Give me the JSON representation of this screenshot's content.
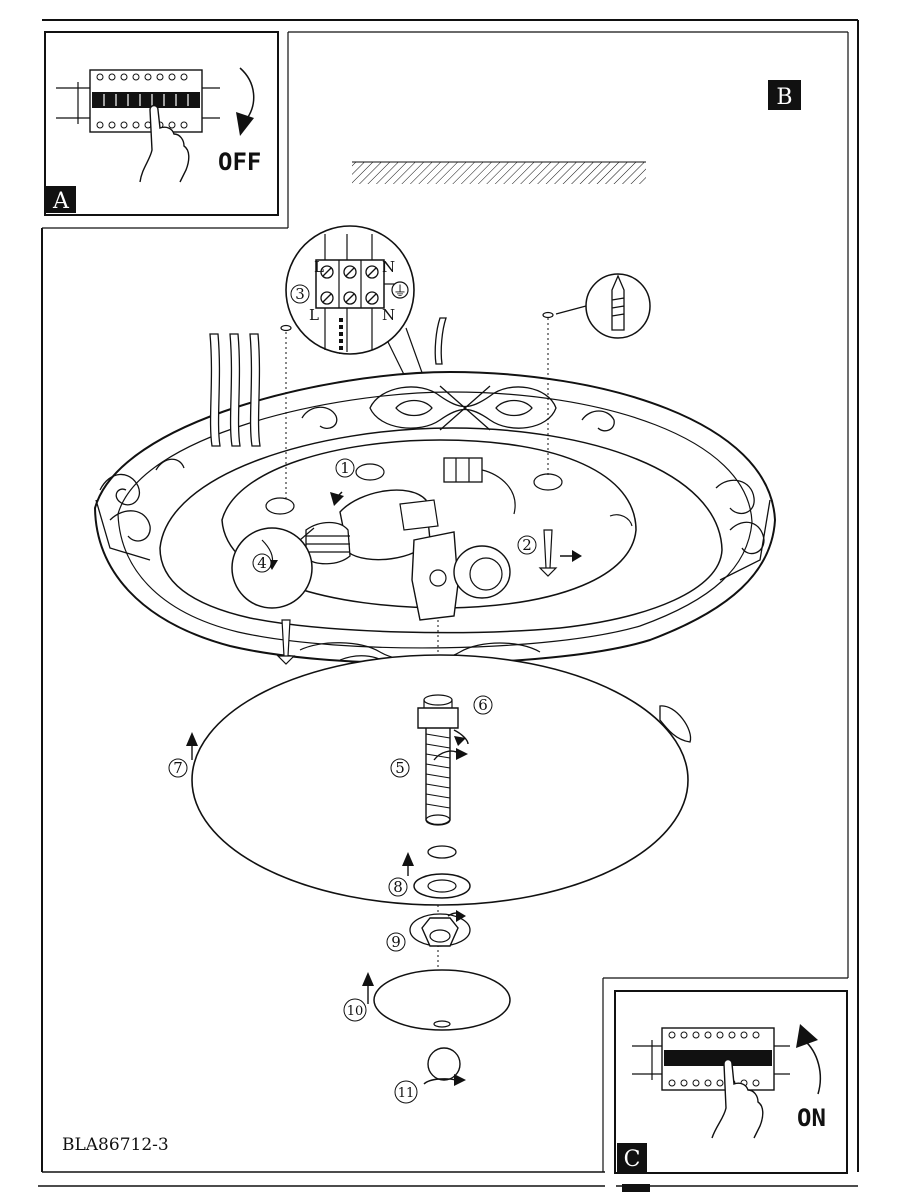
{
  "panels": {
    "a": {
      "letter": "A",
      "switch_label": "OFF"
    },
    "b": {
      "letter": "B"
    },
    "c": {
      "letter": "C",
      "switch_label": "ON"
    }
  },
  "terminal_block": {
    "top_labels": [
      "L",
      "N"
    ],
    "bottom_labels": [
      "L",
      "N"
    ],
    "earth_symbol": "⏚"
  },
  "steps": [
    "1",
    "2",
    "3",
    "4",
    "5",
    "6",
    "7",
    "8",
    "9",
    "10",
    "11"
  ],
  "document_code": "BLA86712-3"
}
